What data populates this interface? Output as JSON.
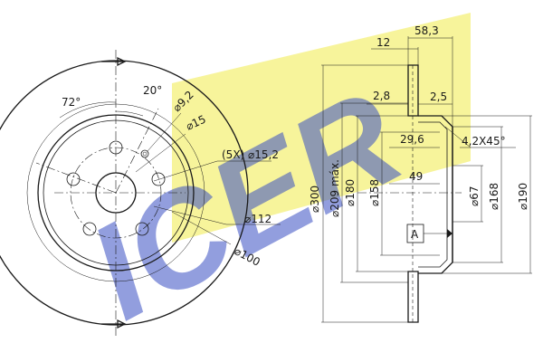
{
  "watermark": {
    "logo_text": "ICER",
    "logo_color": "#3a4fc4",
    "band_color": "#f6f28a"
  },
  "front_view": {
    "angle_bolt": "72°",
    "angle_hole": "20°",
    "hole_dia": "9,2",
    "center_dia": "15",
    "bolt_holes": "(5X)",
    "bolt_dia": "15,2",
    "pcd": "112",
    "hub_dia": "100"
  },
  "section_view": {
    "top_width": "58,3",
    "top_offset": "12",
    "thick_left": "2,8",
    "thick_right": "2,5",
    "hat_depth": "29,6",
    "chamfer": "4,2X45°",
    "hub_depth": "49",
    "outer_dia": "300",
    "max_dia": "209 máx.",
    "d180": "180",
    "d158": "158",
    "d67": "67",
    "d168": "168",
    "d190": "190",
    "datum": "A"
  }
}
